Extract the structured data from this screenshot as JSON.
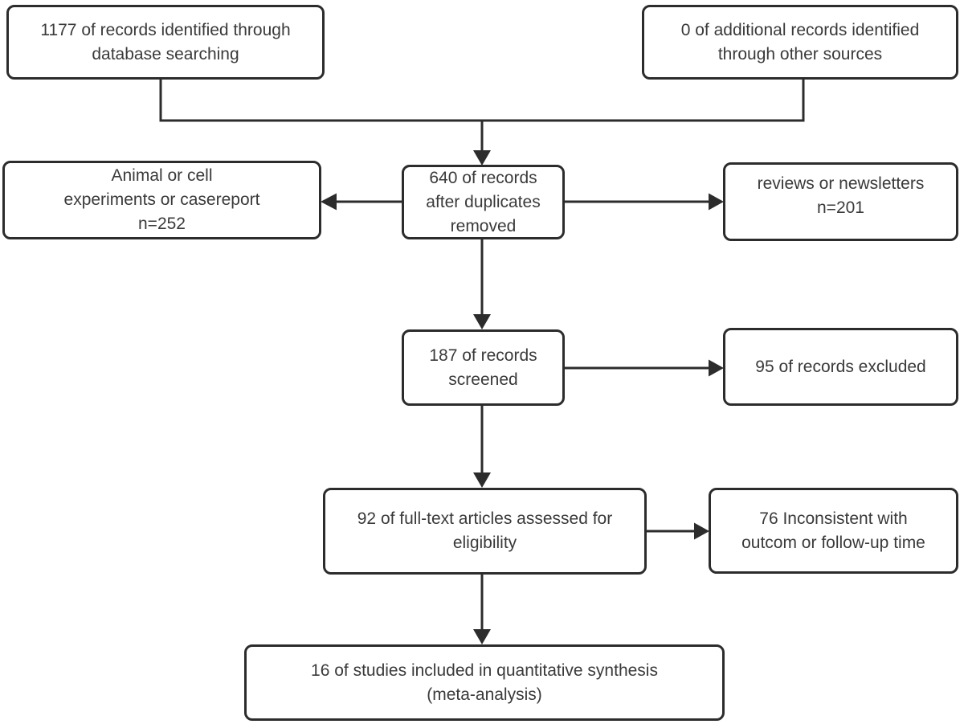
{
  "diagram": {
    "kind": "study-selection-flowchart",
    "colors": {
      "line": "#2c2c2c",
      "text": "#3a3a3a",
      "background": "#ffffff"
    },
    "boxes": {
      "identified_db": {
        "lines": [
          "1177 of records identified through",
          "database searching"
        ]
      },
      "identified_other": {
        "lines": [
          "0 of additional records identified",
          "through other sources"
        ]
      },
      "animal_excluded": {
        "lines": [
          "Animal or cell",
          "experiments or casereport",
          "n=252"
        ]
      },
      "duplicates_removed": {
        "lines": [
          "640 of records",
          "after duplicates",
          "removed"
        ]
      },
      "reviews_excluded": {
        "lines": [
          "reviews or newsletters",
          "n=201"
        ]
      },
      "records_screened": {
        "lines": [
          "187 of records",
          "screened"
        ]
      },
      "records_excluded": {
        "lines": [
          "95 of records excluded"
        ]
      },
      "fulltext_assessed": {
        "lines": [
          "92 of full-text articles assessed for",
          "eligibility"
        ]
      },
      "inconsistent_excluded": {
        "lines": [
          "76 Inconsistent with",
          "outcom or follow-up time"
        ]
      },
      "included": {
        "lines": [
          "16 of studies included in quantitative synthesis",
          "(meta-analysis)"
        ]
      }
    }
  }
}
